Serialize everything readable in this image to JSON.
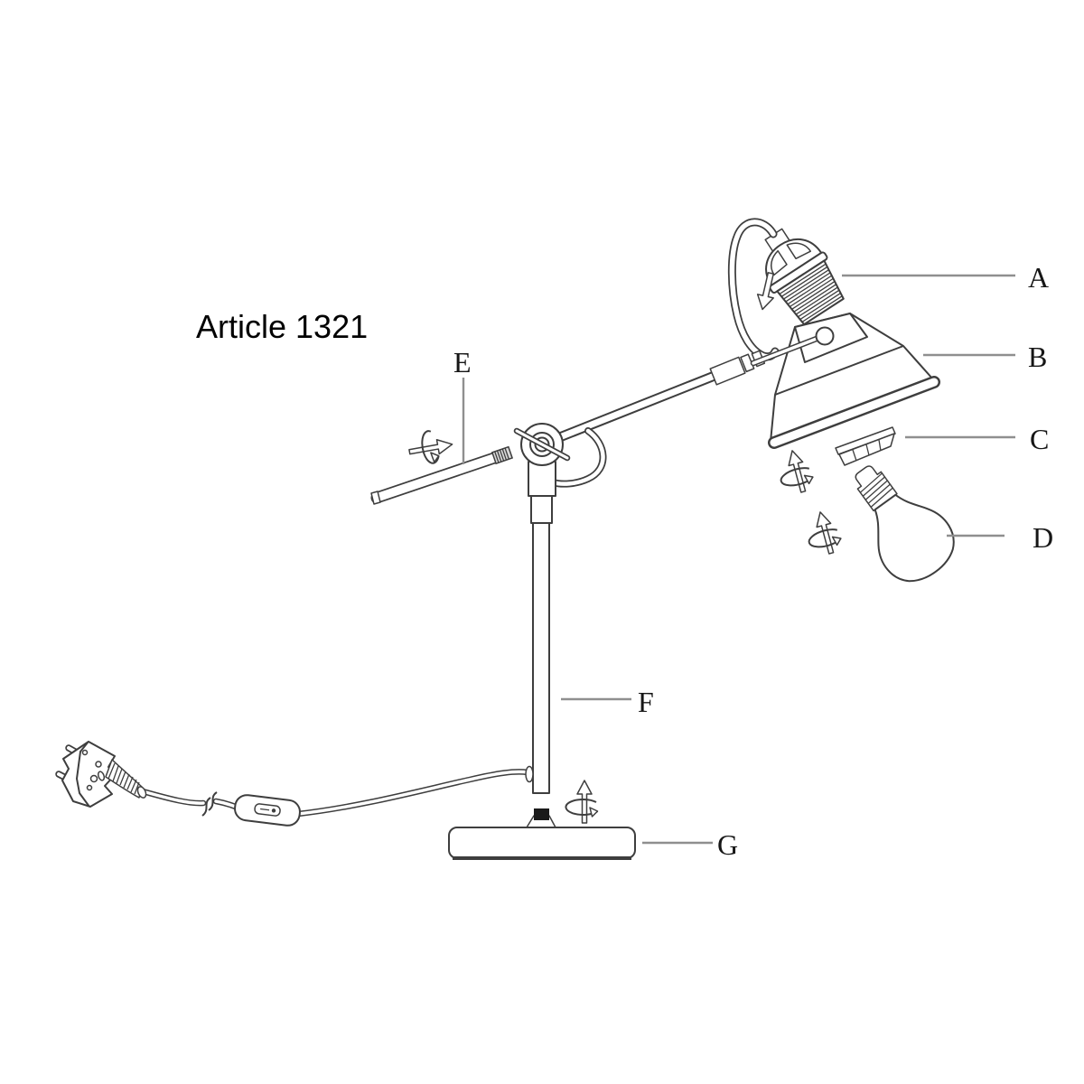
{
  "title": "Article 1321",
  "parts": [
    {
      "label": "A"
    },
    {
      "label": "B"
    },
    {
      "label": "C"
    },
    {
      "label": "D"
    },
    {
      "label": "E"
    },
    {
      "label": "F"
    },
    {
      "label": "G"
    }
  ],
  "symbols": {
    "rotation_arrow_count": 4,
    "insert_arrow_count": 1,
    "cord_break_symbol": true
  },
  "colors": {
    "background": "#ffffff",
    "drawing_line": "#3e3e3e",
    "leader_line": "#8f8f8f",
    "label_text": "#161616",
    "title_text": "#000000",
    "stud_fill": "#1a1a1a"
  }
}
